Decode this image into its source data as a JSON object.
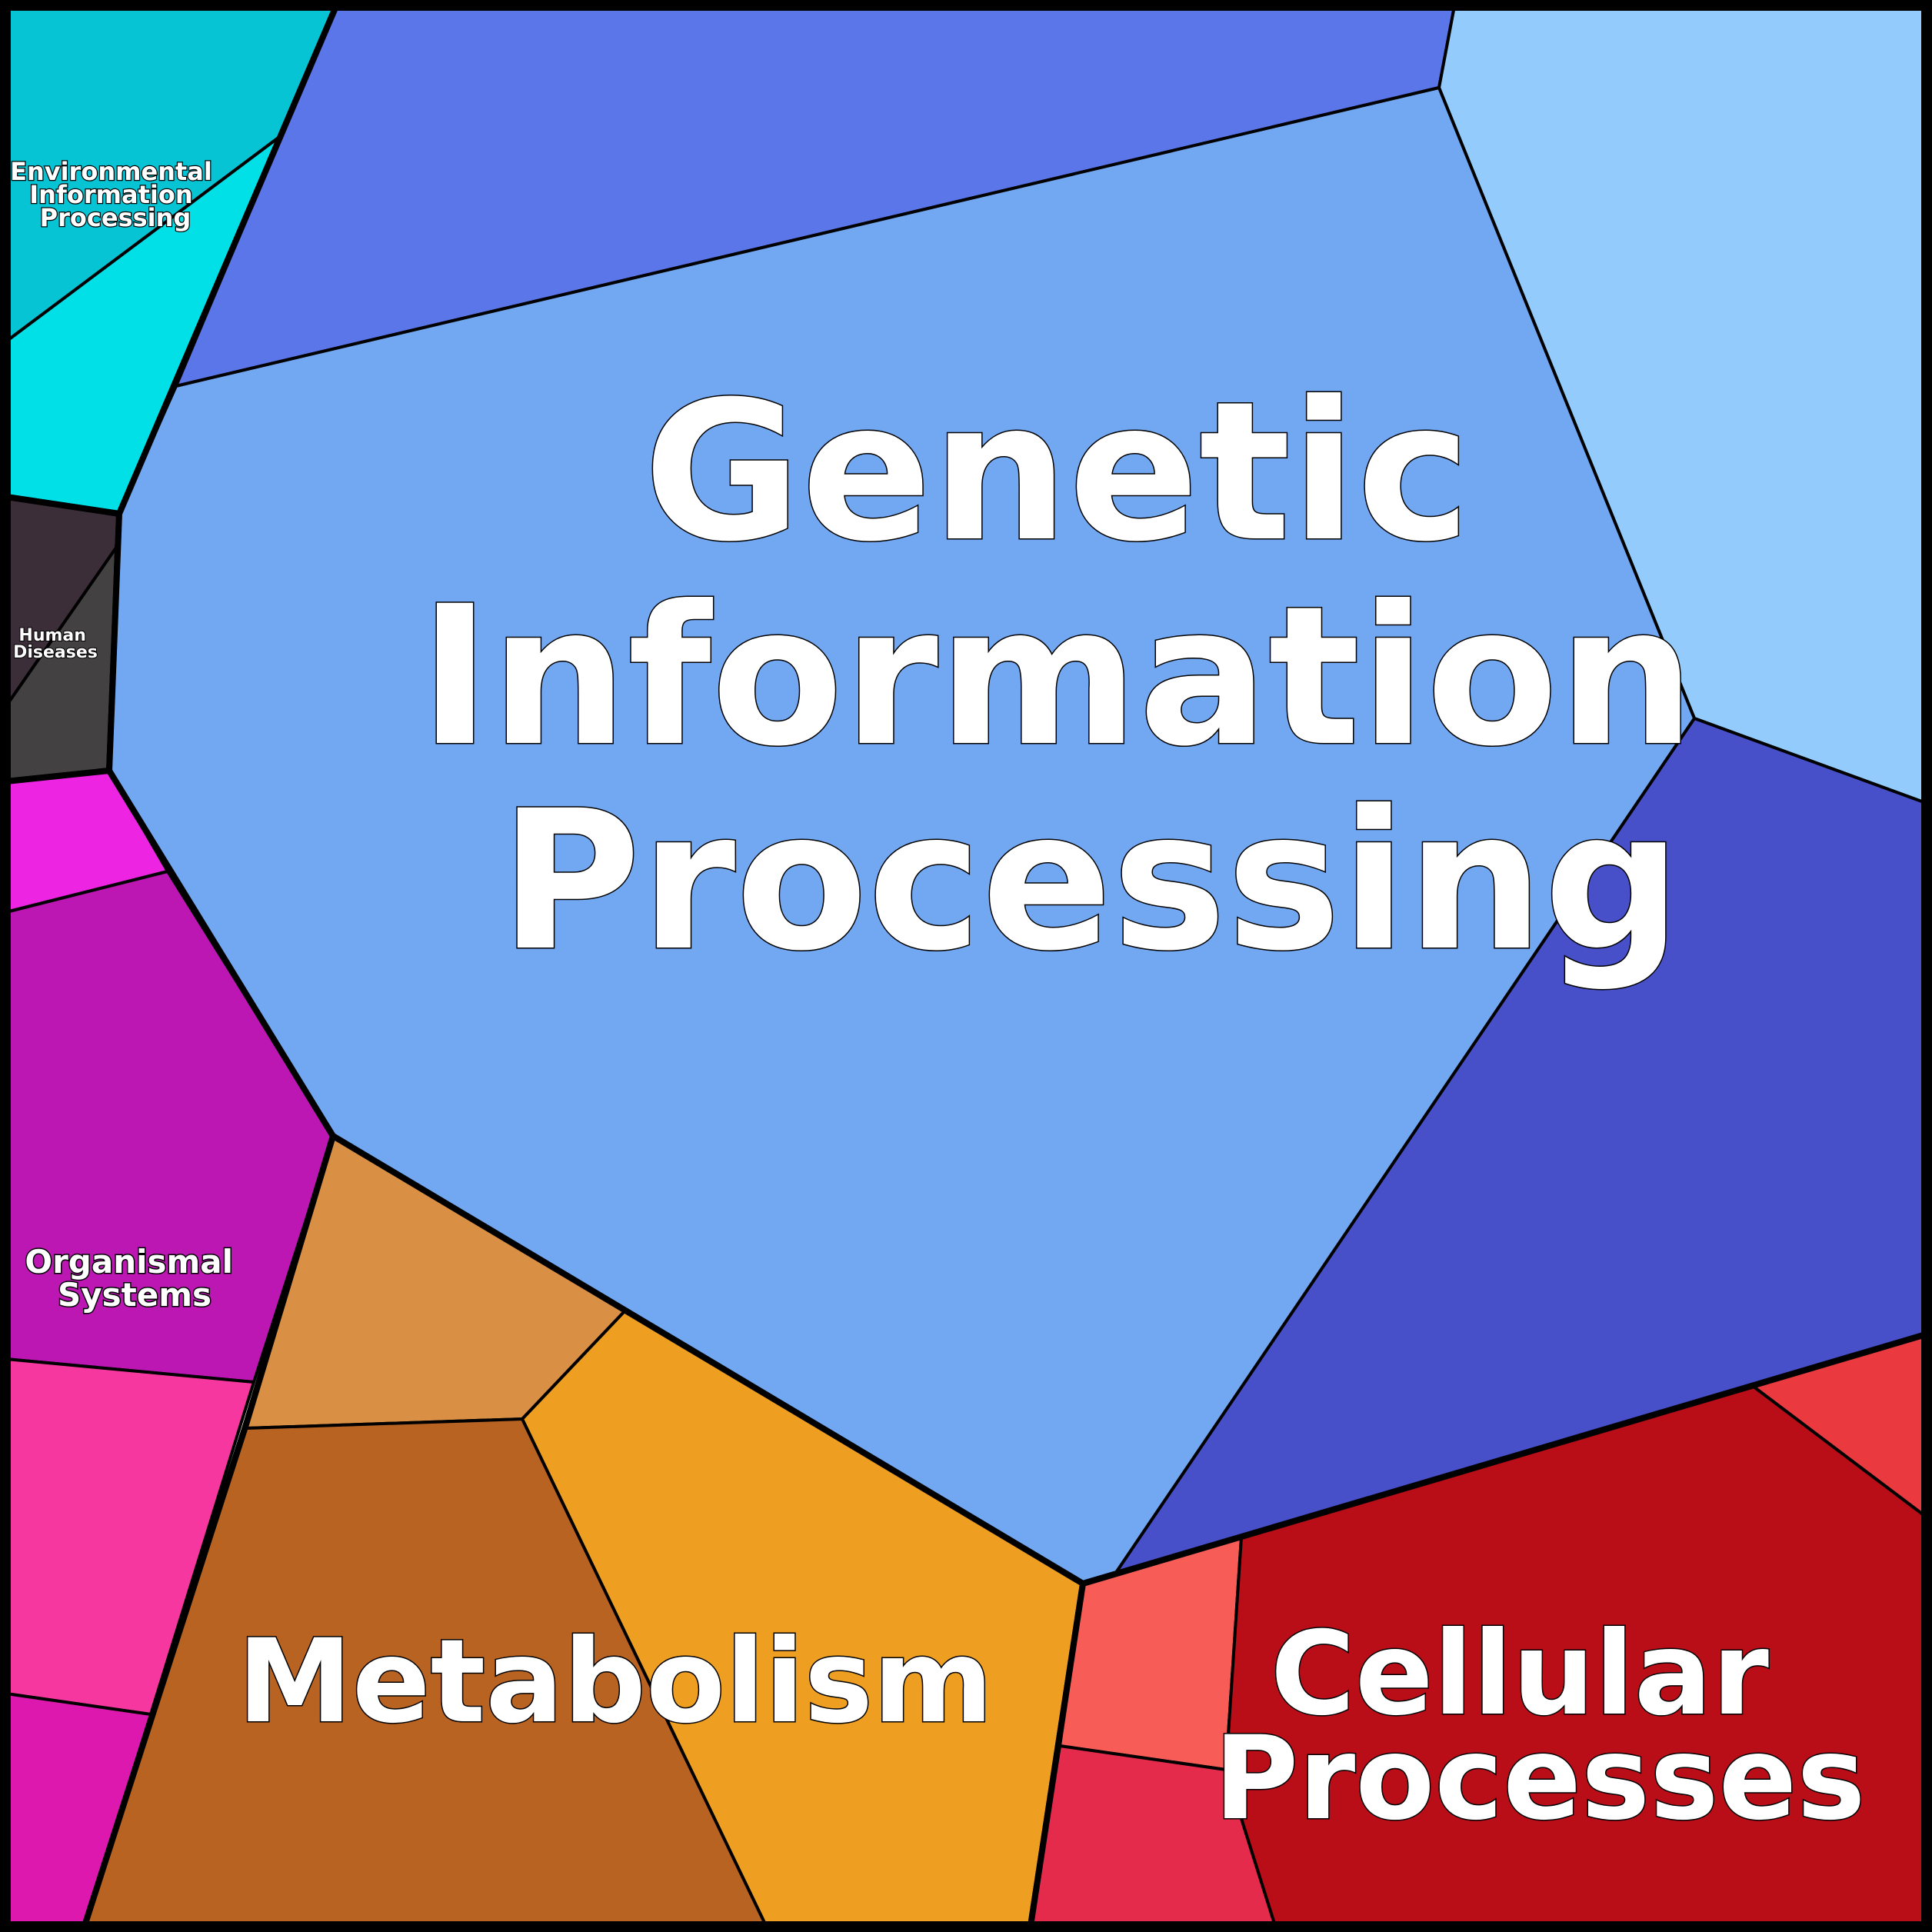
{
  "title": "Voronoi treemap of KEGG pathway categories",
  "categories": [
    {
      "key": "genetic",
      "label": [
        "Genetic",
        "Information",
        "Processing"
      ],
      "color": "#72a8f2"
    },
    {
      "key": "metabolism",
      "label": [
        "Metabolism"
      ],
      "color": "#b86322"
    },
    {
      "key": "cellular",
      "label": [
        "Cellular",
        "Processes"
      ],
      "color": "#b90d17"
    },
    {
      "key": "organismal",
      "label": [
        "Organismal",
        "Systems"
      ],
      "color": "#bc16b3"
    },
    {
      "key": "environmental",
      "label": [
        "Environmental",
        "Information",
        "Processing"
      ],
      "color": "#06c4d4"
    },
    {
      "key": "human",
      "label": [
        "Human",
        "Diseases"
      ],
      "color": "#3b2e38"
    }
  ]
}
